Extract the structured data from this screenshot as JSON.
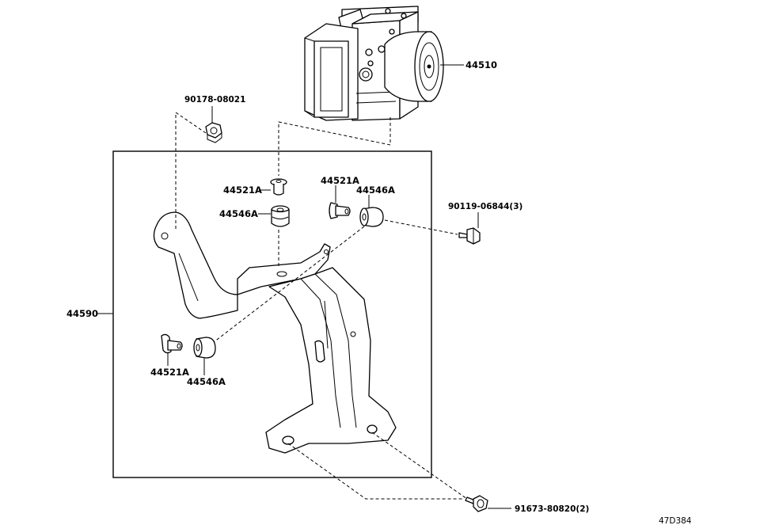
{
  "labels": {
    "actuator": "44510",
    "nut_top": "90178-08021",
    "collar_center": "44521A",
    "cushion_center": "44546A",
    "collar_right": "44521A",
    "cushion_right": "44546A",
    "bolt_right": "90119-06844(3)",
    "bracket": "44590",
    "collar_left": "44521A",
    "cushion_left": "44546A",
    "bolt_bottom": "91673-80820(2)",
    "diagram_code": "47D384"
  }
}
